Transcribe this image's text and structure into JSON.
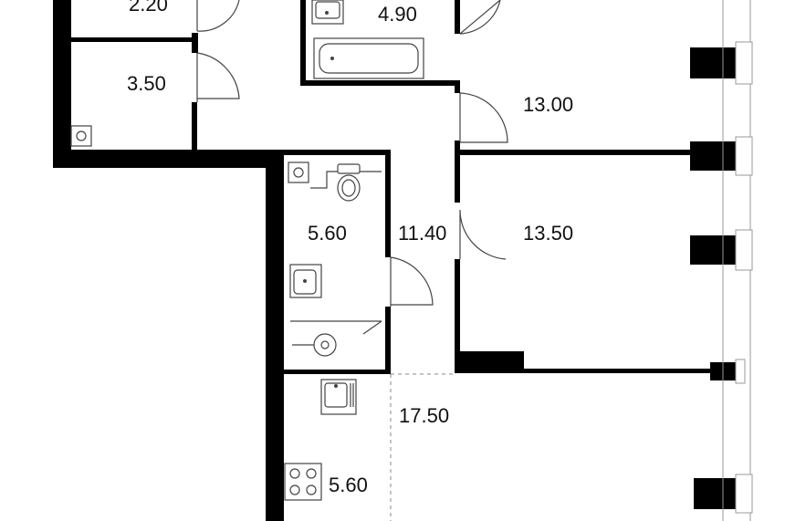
{
  "plan": {
    "colors": {
      "wall": "#000000",
      "line": "#444444",
      "background": "#ffffff",
      "text": "#111111"
    },
    "rooms": [
      {
        "id": "room-a",
        "area": "2.20"
      },
      {
        "id": "room-b",
        "area": "4.90"
      },
      {
        "id": "room-c",
        "area": "3.50"
      },
      {
        "id": "room-d",
        "area": "13.00"
      },
      {
        "id": "room-e",
        "area": "5.60"
      },
      {
        "id": "room-f",
        "area": "11.40"
      },
      {
        "id": "room-g",
        "area": "13.50"
      },
      {
        "id": "room-h",
        "area": "17.50"
      },
      {
        "id": "room-i",
        "area": "5.60"
      }
    ],
    "fixtures": [
      "bathtub-icon",
      "sink-icon",
      "toilet-icon",
      "shower-icon",
      "kitchen-sink-icon",
      "stove-icon",
      "vent-icon"
    ]
  }
}
